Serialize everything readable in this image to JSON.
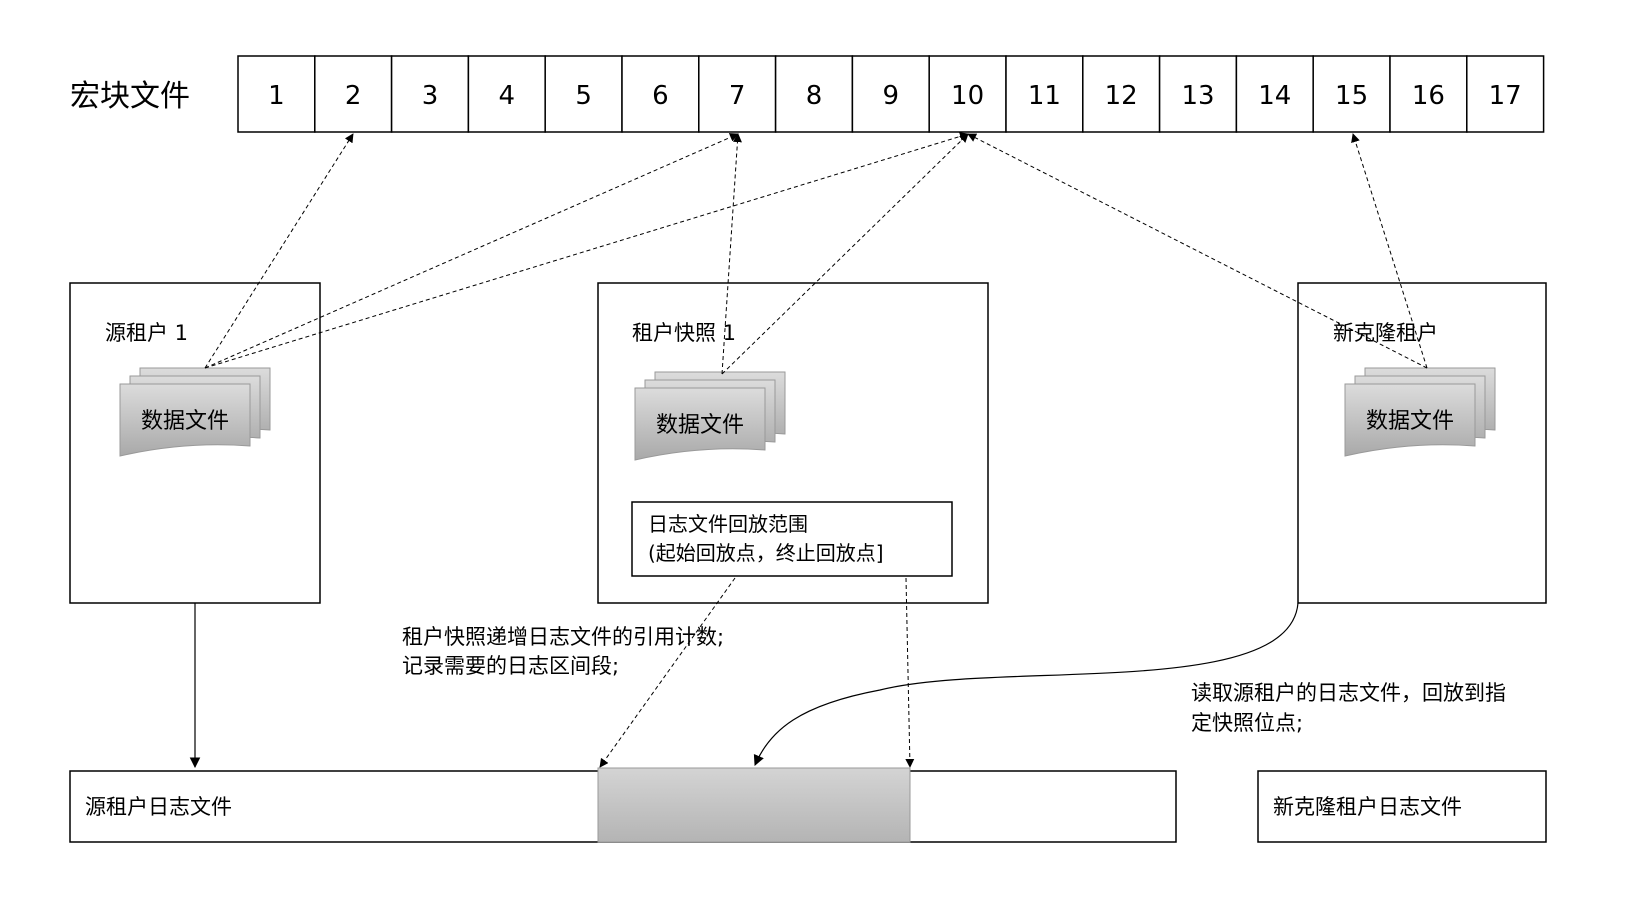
{
  "macro_block": {
    "label": "宏块文件",
    "cells": [
      "1",
      "2",
      "3",
      "4",
      "5",
      "6",
      "7",
      "8",
      "9",
      "10",
      "11",
      "12",
      "13",
      "14",
      "15",
      "16",
      "17"
    ]
  },
  "source_tenant": {
    "label": "源租户 1",
    "data_file": "数据文件"
  },
  "tenant_snapshot": {
    "label": "租户快照 1",
    "data_file": "数据文件",
    "replay_range": {
      "line1": "日志文件回放范围",
      "line2": "(起始回放点，终止回放点]"
    }
  },
  "new_clone_tenant": {
    "label": "新克隆租户",
    "data_file": "数据文件"
  },
  "annotations": {
    "snapshot_note_line1": "租户快照递增日志文件的引用计数;",
    "snapshot_note_line2": "记录需要的日志区间段;",
    "clone_note_line1": "读取源租户的日志文件，回放到指",
    "clone_note_line2": "定快照位点;"
  },
  "log_files": {
    "source": "源租户日志文件",
    "new_clone": "新克隆租户日志文件"
  },
  "colors": {
    "stroke": "#000000",
    "file_fill_top": "#d9d9d9",
    "file_fill_bottom": "#a6a6a6",
    "segment_fill": "#c0c0c0"
  }
}
